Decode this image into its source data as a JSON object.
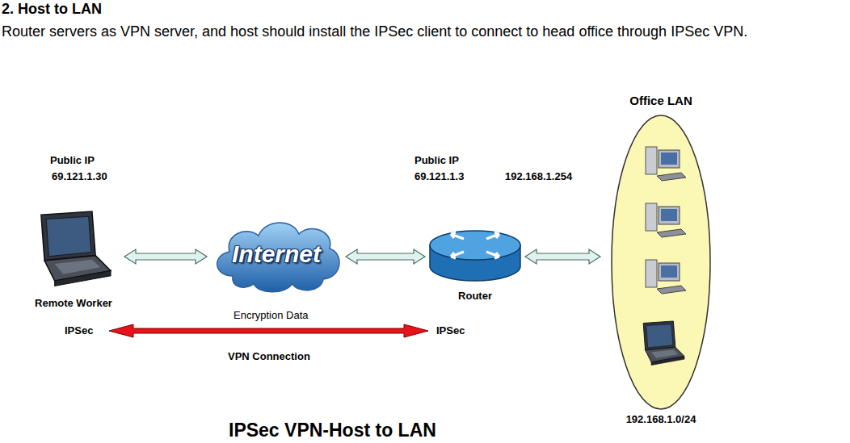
{
  "diagram": {
    "title": "2. Host to LAN",
    "caption": "IPSec VPN-Host to LAN",
    "nodes": [
      {
        "text": [
          "Remote Worker"
        ]
      },
      {
        "text": [
          "Internet"
        ]
      },
      {
        "text": [
          "Router"
        ]
      },
      {
        "text": [
          "Office LAN",
          "192.168.1.0/24"
        ]
      }
    ],
    "edges": [
      {
        "from": 0,
        "to": 1,
        "arrow": "both"
      },
      {
        "from": 1,
        "to": 2,
        "arrow": "both"
      },
      {
        "from": 2,
        "to": 3,
        "arrow": "both"
      }
    ],
    "labels": [
      "Router servers as VPN server, and host should install the IPSec client to connect to head office through IPSec VPN.",
      "Public IP",
      "69.121.1.30",
      "Public IP",
      "69.121.1.3",
      "192.168.1.254",
      "IPSec",
      "Encryption Data",
      "IPSec",
      "VPN Connection"
    ]
  }
}
